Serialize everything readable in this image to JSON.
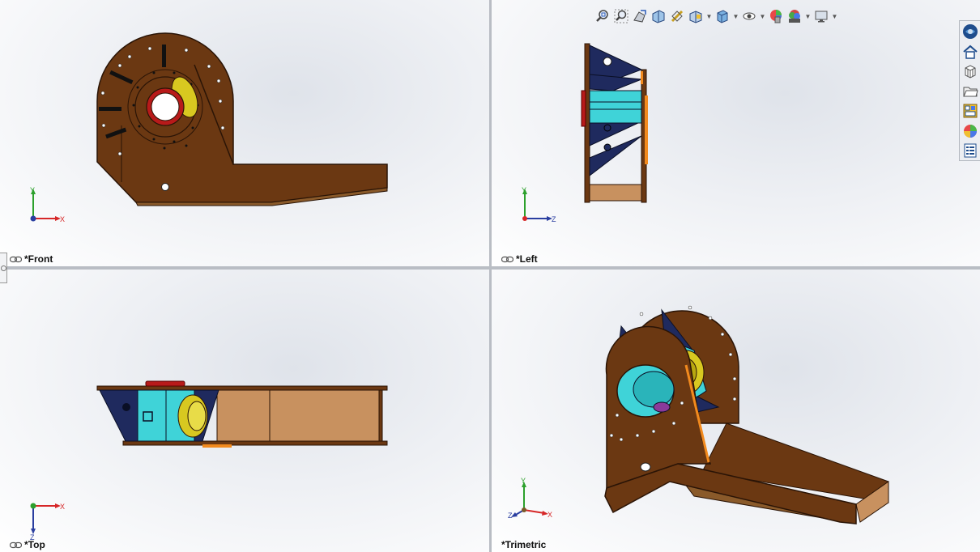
{
  "viewports": {
    "front": {
      "label": "*Front"
    },
    "left": {
      "label": "*Left"
    },
    "top": {
      "label": "*Top"
    },
    "trimetric": {
      "label": "*Trimetric"
    }
  },
  "axes": {
    "x": "X",
    "y": "Y",
    "z": "Z"
  },
  "heads_up_toolbar": [
    {
      "icon": "zoom-to-fit-icon"
    },
    {
      "icon": "zoom-to-area-icon"
    },
    {
      "icon": "previous-view-icon"
    },
    {
      "icon": "section-view-icon"
    },
    {
      "icon": "dynamic-annotation-views-icon"
    },
    {
      "icon": "view-orientation-icon",
      "dropdown": true
    },
    {
      "icon": "display-style-icon",
      "dropdown": true
    },
    {
      "icon": "hide-show-items-icon",
      "dropdown": true
    },
    {
      "icon": "edit-appearance-icon"
    },
    {
      "icon": "apply-scene-icon",
      "dropdown": true
    },
    {
      "icon": "view-settings-icon",
      "dropdown": true
    }
  ],
  "task_pane": [
    {
      "icon": "solidworks-resources-icon"
    },
    {
      "icon": "design-library-icon"
    },
    {
      "icon": "3d-content-central-icon"
    },
    {
      "icon": "file-explorer-icon"
    },
    {
      "icon": "view-palette-icon"
    },
    {
      "icon": "appearances-scenes-icon"
    },
    {
      "icon": "custom-properties-icon"
    }
  ],
  "colors": {
    "plate": "#6b3812",
    "plate_edge": "#2a1406",
    "tube": "#3fd3d8",
    "yellow": "#d8c820",
    "navy": "#1f2a5e",
    "red": "#b81a1a",
    "orange": "#f28a1e",
    "wood": "#c8915f"
  }
}
